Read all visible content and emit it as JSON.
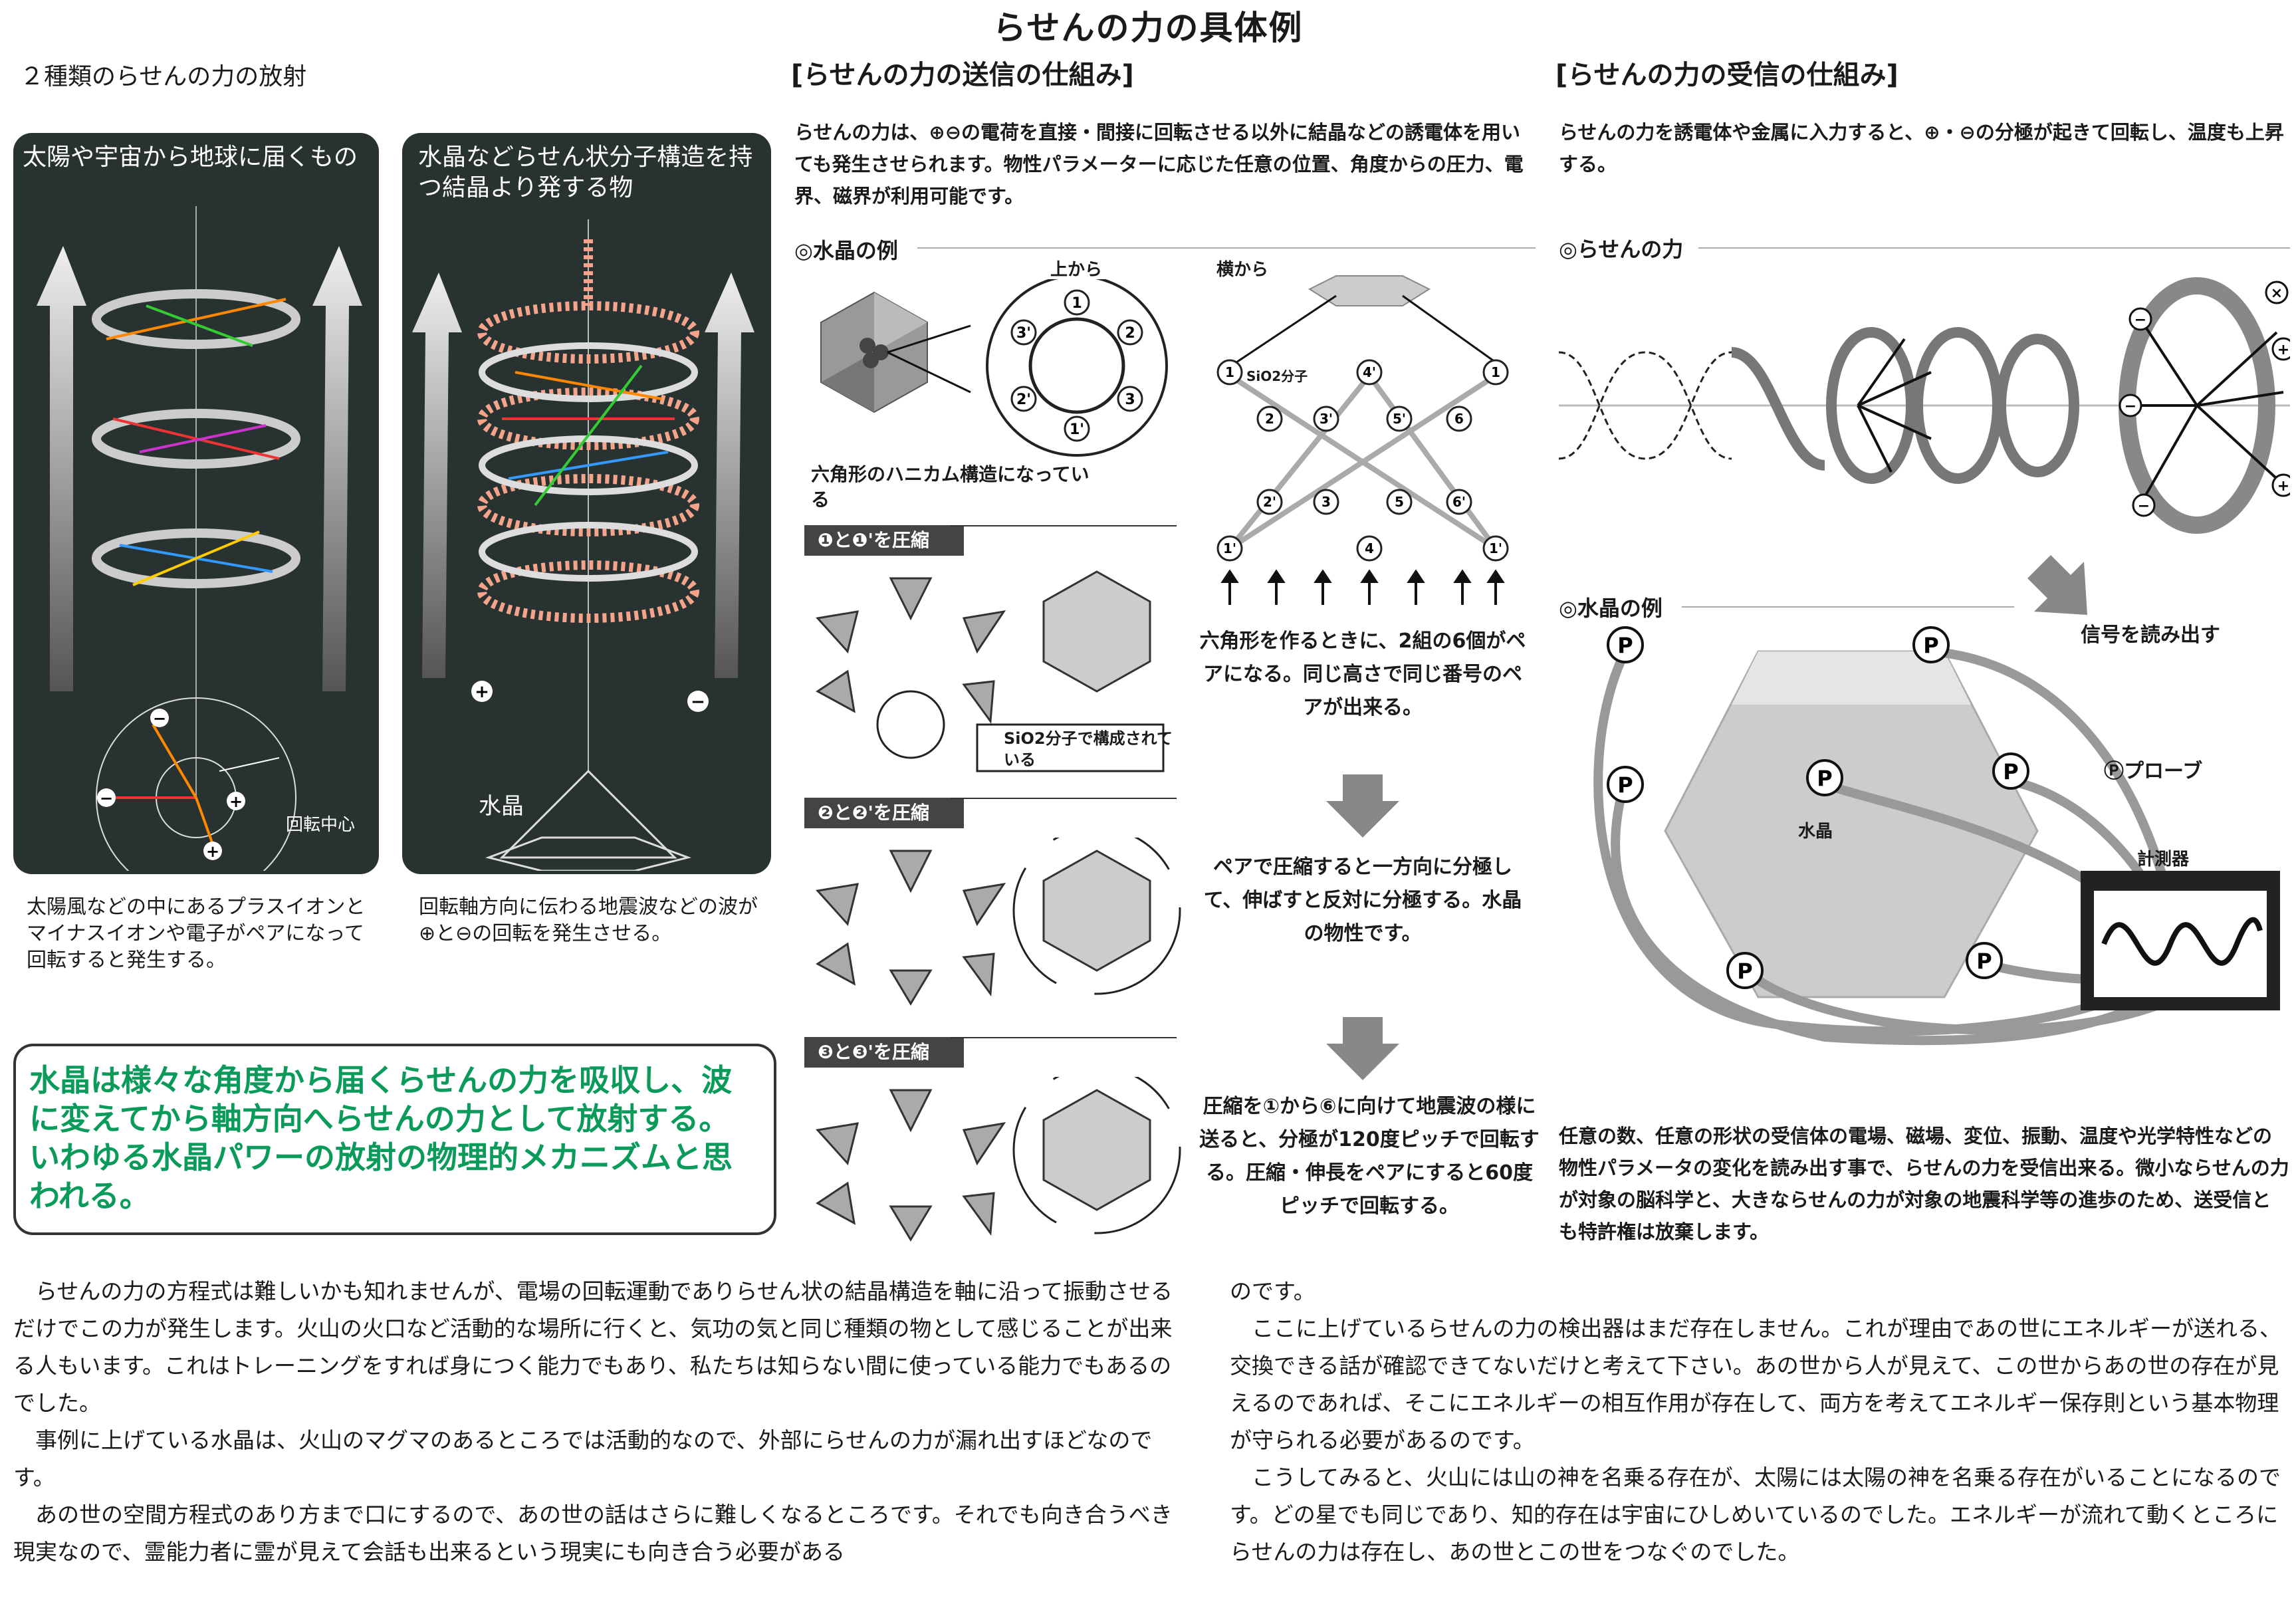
{
  "title": "らせんの力の具体例",
  "left": {
    "subtitle": "２種類のらせんの力の放射",
    "panel1_title": "太陽や宇宙から地球に届くもの",
    "panel1_label": "回転中心",
    "panel2_title": "水晶などらせん状分子構造を持つ結晶より発する物",
    "panel2_label": "水晶",
    "caption1": "太陽風などの中にあるプラスイオンとマイナスイオンや電子がペアになって回転すると発生する。",
    "caption2": "回転軸方向に伝わる地震波などの波が⊕と⊖の回転を発生させる。",
    "highlight": "水晶は様々な角度から届くらせんの力を吸収し、波に変えてから軸方向へらせんの力として放射する。いわゆる水晶パワーの放射の物理的メカニズムと思われる。"
  },
  "middle": {
    "heading": "[らせんの力の送信の仕組み]",
    "intro": "らせんの力は、⊕⊖の電荷を直接・間接に回転させる以外に結晶などの誘電体を用いても発生させられます。物性パラメーターに応じた任意の位置、角度からの圧力、電界、磁界が利用可能です。",
    "crystal_example": "◎水晶の例",
    "from_top": "上から",
    "from_side": "横から",
    "honeycomb_caption": "六角形のハニカム構造になっている",
    "sio2_label": "SiO2分子",
    "sio2_note": "SiO2分子で構成されている",
    "compress1": "❶と❶'を圧縮",
    "compress2": "❷と❷'を圧縮",
    "compress3": "❸と❸'を圧縮",
    "text1": "六角形を作るときに、2組の6個がペアになる。同じ高さで同じ番号のペアが出来る。",
    "text2": "ペアで圧縮すると一方向に分極して、伸ばすと反対に分極する。水晶の物性です。",
    "text3": "圧縮を①から⑥に向けて地震波の様に送ると、分極が120度ピッチで回転する。圧縮・伸長をペアにすると60度ピッチで回転する。"
  },
  "right": {
    "heading": "[らせんの力の受信の仕組み]",
    "intro": "らせんの力を誘電体や金属に入力すると、⊕・⊖の分極が起きて回転し、温度も上昇する。",
    "spiral_label": "◎らせんの力",
    "crystal_example": "◎水晶の例",
    "read_signal": "信号を読み出す",
    "probe_label": "Ⓟプローブ",
    "crystal": "水晶",
    "meter": "計測器",
    "p": "P",
    "caption": "任意の数、任意の形状の受信体の電場、磁場、変位、振動、温度や光学特性などの物性パラメータの変化を読み出す事で、らせんの力を受信出来る。微小ならせんの力が対象の脳科学と、大きならせんの力が対象の地震科学等の進歩のため、送受信とも特許権は放棄します。"
  },
  "bottom": {
    "left": "　らせんの力の方程式は難しいかも知れませんが、電場の回転運動でありらせん状の結晶構造を軸に沿って振動させるだけでこの力が発生します。火山の火口など活動的な場所に行くと、気功の気と同じ種類の物として感じることが出来る人もいます。これはトレーニングをすれば身につく能力でもあり、私たちは知らない間に使っている能力でもあるのでした。\n　事例に上げている水晶は、火山のマグマのあるところでは活動的なので、外部にらせんの力が漏れ出すほどなのです。\n　あの世の空間方程式のあり方まで口にするので、あの世の話はさらに難しくなるところです。それでも向き合うべき現実なので、霊能力者に霊が見えて会話も出来るという現実にも向き合う必要がある",
    "right": "のです。\n　ここに上げているらせんの力の検出器はまだ存在しません。これが理由であの世にエネルギーが送れる、交換できる話が確認できてないだけと考えて下さい。あの世から人が見えて、この世からあの世の存在が見えるのであれば、そこにエネルギーの相互作用が存在して、両方を考えてエネルギー保存則という基本物理が守られる必要があるのです。\n　こうしてみると、火山には山の神を名乗る存在が、太陽には太陽の神を名乗る存在がいることになるのです。どの星でも同じであり、知的存在は宇宙にひしめいているのでした。エネルギーが流れて動くところにらせんの力は存在し、あの世とこの世をつなぐのでした。"
  },
  "colors": {
    "panel": "#283331",
    "green": "#0a9a5a",
    "bar": "#444444"
  }
}
